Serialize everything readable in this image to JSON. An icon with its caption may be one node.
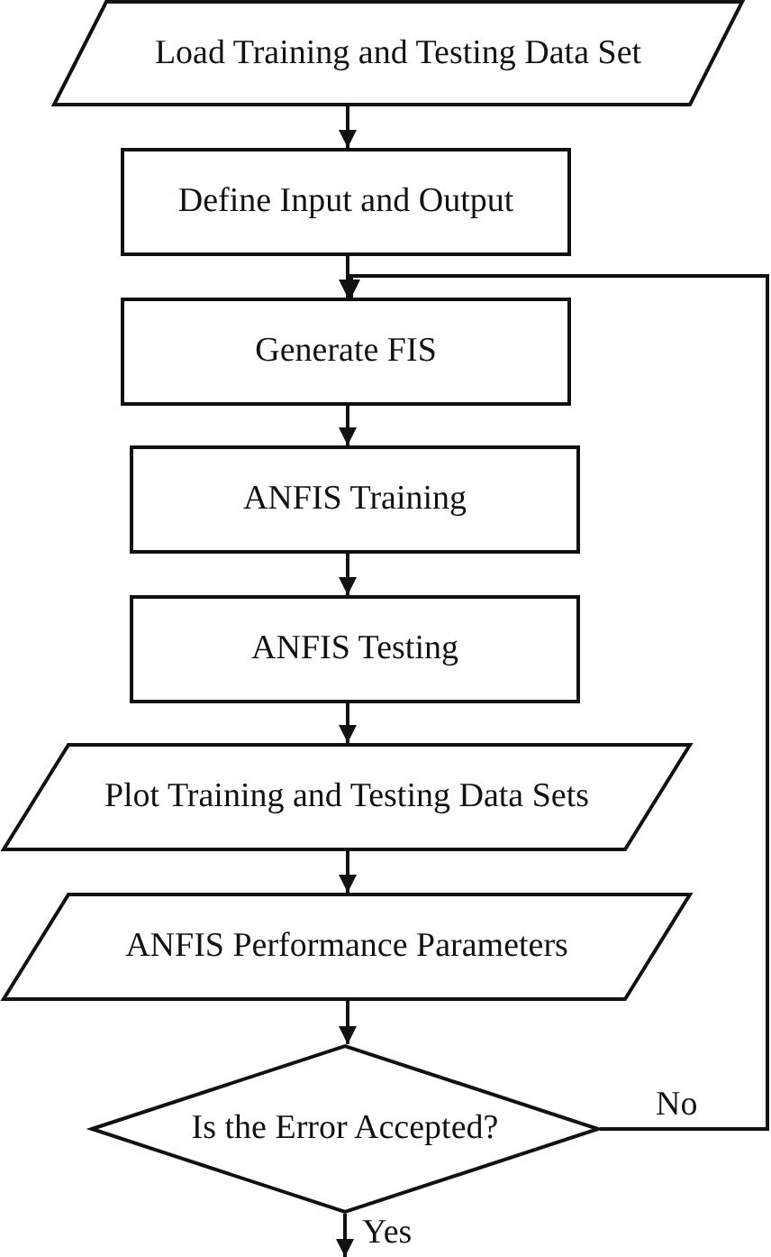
{
  "diagram": {
    "nodes": [
      {
        "text": [
          "Load Training and Testing Data Set"
        ]
      },
      {
        "text": [
          "Define Input and Output"
        ]
      },
      {
        "text": [
          "Generate FIS"
        ]
      },
      {
        "text": [
          "ANFIS Training"
        ]
      },
      {
        "text": [
          "ANFIS Testing"
        ]
      },
      {
        "text": [
          "Plot Training and Testing Data Sets"
        ]
      },
      {
        "text": [
          "ANFIS Performance Parameters"
        ]
      },
      {
        "text": [
          "Is the Error Accepted?"
        ]
      }
    ],
    "edges": [
      {
        "from": 0,
        "to": 1,
        "arrow": "to"
      },
      {
        "from": 1,
        "to": 2,
        "arrow": "to"
      },
      {
        "from": 2,
        "to": 3,
        "arrow": "to"
      },
      {
        "from": 3,
        "to": 4,
        "arrow": "to"
      },
      {
        "from": 4,
        "to": 5,
        "arrow": "to"
      },
      {
        "from": 5,
        "to": 6,
        "arrow": "to"
      },
      {
        "from": 6,
        "to": 7,
        "arrow": "to"
      },
      {
        "from": 7,
        "to": 2,
        "label": "No",
        "arrow": "to"
      },
      {
        "from": 7,
        "to": null,
        "label": "Yes",
        "arrow": "to"
      }
    ]
  }
}
